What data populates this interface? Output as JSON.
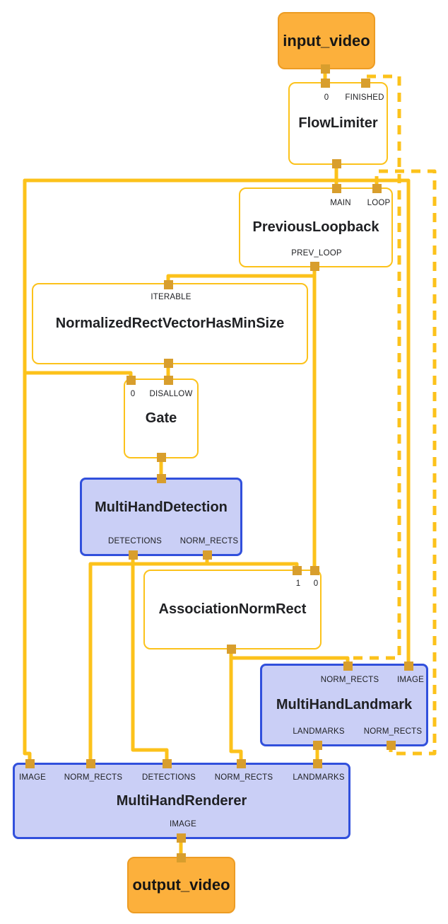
{
  "colors": {
    "edge": "#FCC21B",
    "port": "#D89E2D",
    "io_fill": "#FCB03C",
    "io_border": "#ED9C23",
    "calc_border": "#FCC21B",
    "subgraph_fill": "#CACFF6",
    "subgraph_border": "#3150DC",
    "text": "#202124",
    "background": "#FFFFFF"
  },
  "nodes": {
    "input_video": {
      "title": "input_video"
    },
    "flow_limiter": {
      "title": "FlowLimiter",
      "ports_top": [
        "0",
        "FINISHED"
      ]
    },
    "previous_loopback": {
      "title": "PreviousLoopback",
      "ports_top": [
        "MAIN",
        "LOOP"
      ],
      "ports_bottom": [
        "PREV_LOOP"
      ]
    },
    "normalized_rect_vector_has_min_size": {
      "title": "NormalizedRectVectorHasMinSize",
      "ports_top": [
        "ITERABLE"
      ]
    },
    "gate": {
      "title": "Gate",
      "ports_top": [
        "0",
        "DISALLOW"
      ]
    },
    "multi_hand_detection": {
      "title": "MultiHandDetection",
      "ports_bottom": [
        "DETECTIONS",
        "NORM_RECTS"
      ]
    },
    "association_norm_rect": {
      "title": "AssociationNormRect",
      "ports_top": [
        "1",
        "0"
      ]
    },
    "multi_hand_landmark": {
      "title": "MultiHandLandmark",
      "ports_top": [
        "NORM_RECTS",
        "IMAGE"
      ],
      "ports_bottom": [
        "LANDMARKS",
        "NORM_RECTS"
      ]
    },
    "multi_hand_renderer": {
      "title": "MultiHandRenderer",
      "ports_top": [
        "IMAGE",
        "NORM_RECTS",
        "DETECTIONS",
        "NORM_RECTS",
        "LANDMARKS"
      ],
      "ports_bottom": [
        "IMAGE"
      ]
    },
    "output_video": {
      "title": "output_video"
    }
  }
}
